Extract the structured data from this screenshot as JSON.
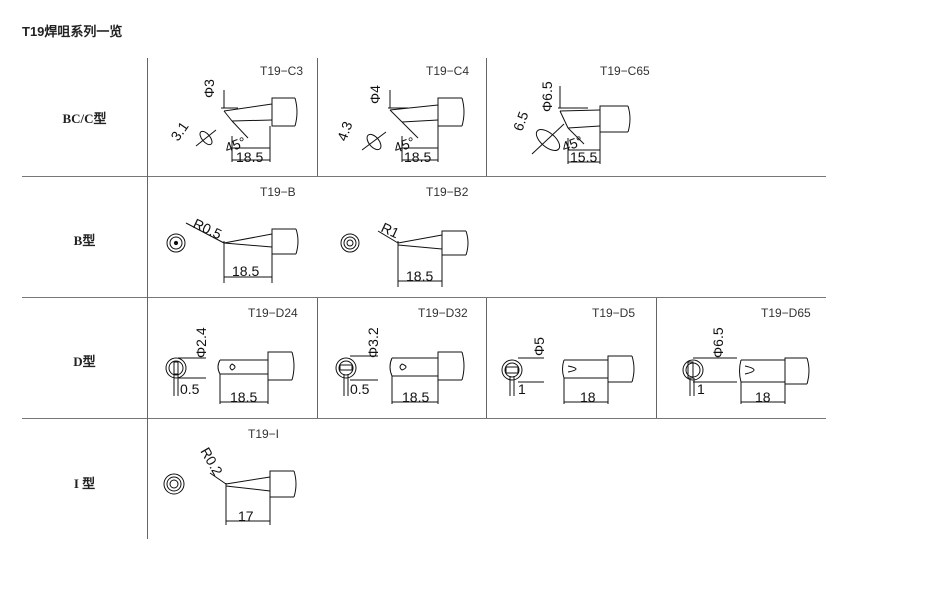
{
  "title": "T19焊咀系列一览",
  "rows": [
    {
      "label": "BC/C型"
    },
    {
      "label": "B型"
    },
    {
      "label": "D型"
    },
    {
      "label": "I 型"
    }
  ],
  "tips": {
    "c3": {
      "model": "T19−C3",
      "dia": "Φ3",
      "face": "3.1",
      "angle": "45°",
      "length": "18.5"
    },
    "c4": {
      "model": "T19−C4",
      "dia": "Φ4",
      "face": "4.3",
      "angle": "45°",
      "length": "18.5"
    },
    "c65": {
      "model": "T19−C65",
      "dia": "Φ6.5",
      "face": "6.5",
      "angle": "45°",
      "length": "15.5"
    },
    "b": {
      "model": "T19−B",
      "radius": "R0.5",
      "length": "18.5"
    },
    "b2": {
      "model": "T19−B2",
      "radius": "R1",
      "length": "18.5"
    },
    "d24": {
      "model": "T19−D24",
      "width": "Φ2.4",
      "thick": "0.5",
      "length": "18.5"
    },
    "d32": {
      "model": "T19−D32",
      "width": "Φ3.2",
      "thick": "0.5",
      "length": "18.5"
    },
    "d5": {
      "model": "T19−D5",
      "width": "Φ5",
      "thick": "1",
      "length": "18"
    },
    "d65": {
      "model": "T19−D65",
      "width": "Φ6.5",
      "thick": "1",
      "length": "18"
    },
    "i": {
      "model": "T19−I",
      "radius": "R0.2",
      "length": "17"
    }
  }
}
